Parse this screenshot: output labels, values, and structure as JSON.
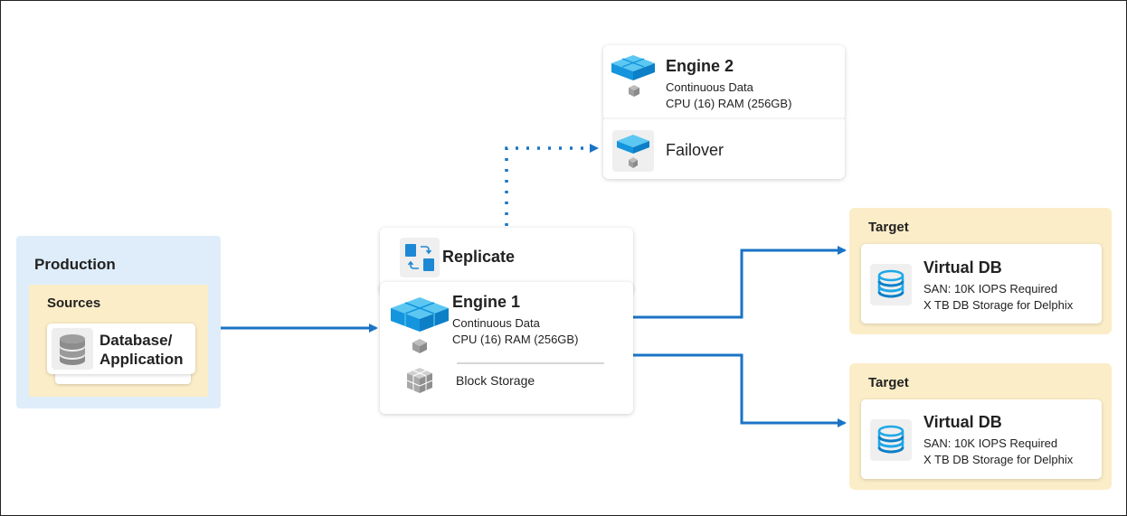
{
  "production": {
    "title": "Production",
    "sources_title": "Sources",
    "db_label_line1": "Database/",
    "db_label_line2": "Application"
  },
  "replicate": {
    "label": "Replicate"
  },
  "engine1": {
    "title": "Engine 1",
    "line1": "Continuous Data",
    "line2": "CPU (16) RAM (256GB)",
    "storage_label": "Block Storage"
  },
  "engine2": {
    "title": "Engine 2",
    "line1": "Continuous Data",
    "line2": "CPU (16) RAM (256GB)"
  },
  "failover": {
    "label": "Failover"
  },
  "targets": [
    {
      "title": "Target",
      "vdb_title": "Virtual DB",
      "line1": "SAN: 10K IOPS Required",
      "line2": "X TB DB Storage for Delphix"
    },
    {
      "title": "Target",
      "vdb_title": "Virtual DB",
      "line1": "SAN: 10K IOPS Required",
      "line2": "X TB DB Storage for Delphix"
    }
  ],
  "icons": {
    "database": "database-icon",
    "engine": "engine-cube-icon",
    "replicate": "replicate-icon",
    "block_storage": "block-storage-icon",
    "virtual_db": "virtual-db-icon"
  },
  "colors": {
    "arrow": "#1a73c6",
    "production_bg": "#deedf9",
    "target_bg": "#fbedc7",
    "engine_blue": "#1ea7e8"
  }
}
